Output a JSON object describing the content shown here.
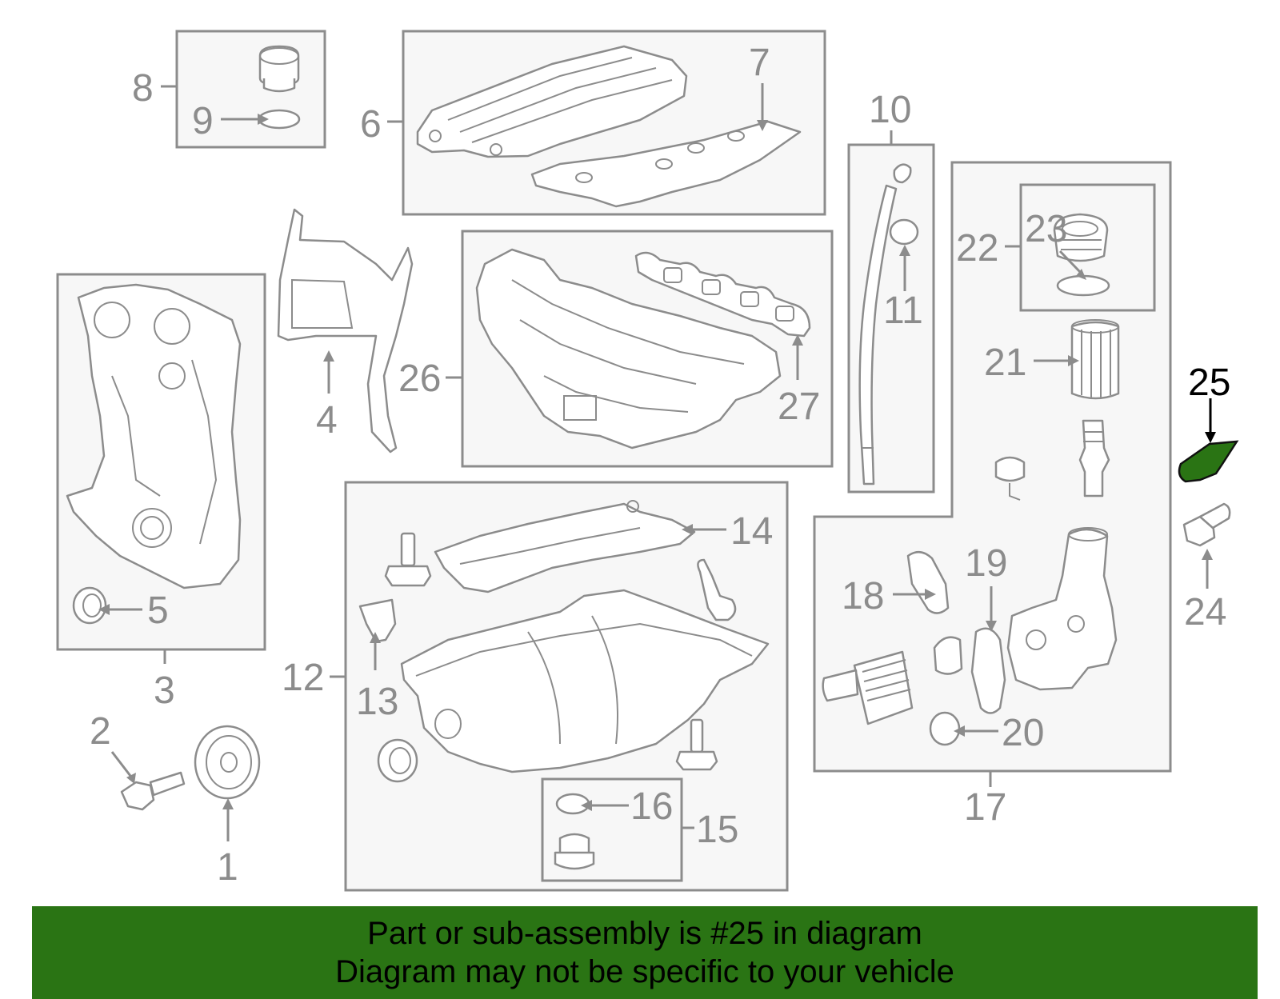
{
  "callouts": {
    "c1": "1",
    "c2": "2",
    "c3": "3",
    "c4": "4",
    "c5": "5",
    "c6": "6",
    "c7": "7",
    "c8": "8",
    "c9": "9",
    "c10": "10",
    "c11": "11",
    "c12": "12",
    "c13": "13",
    "c14": "14",
    "c15": "15",
    "c16": "16",
    "c17": "17",
    "c18": "18",
    "c19": "19",
    "c20": "20",
    "c21": "21",
    "c22": "22",
    "c23": "23",
    "c24": "24",
    "c25": "25",
    "c26": "26",
    "c27": "27"
  },
  "highlight": {
    "part_number": "25",
    "color": "#2a7414"
  },
  "colors": {
    "line": "#8c8c8c",
    "banner": "#2a7414"
  },
  "banner": {
    "line1": "Part or sub-assembly is #25 in diagram",
    "line2": "Diagram may not be specific to your vehicle"
  }
}
